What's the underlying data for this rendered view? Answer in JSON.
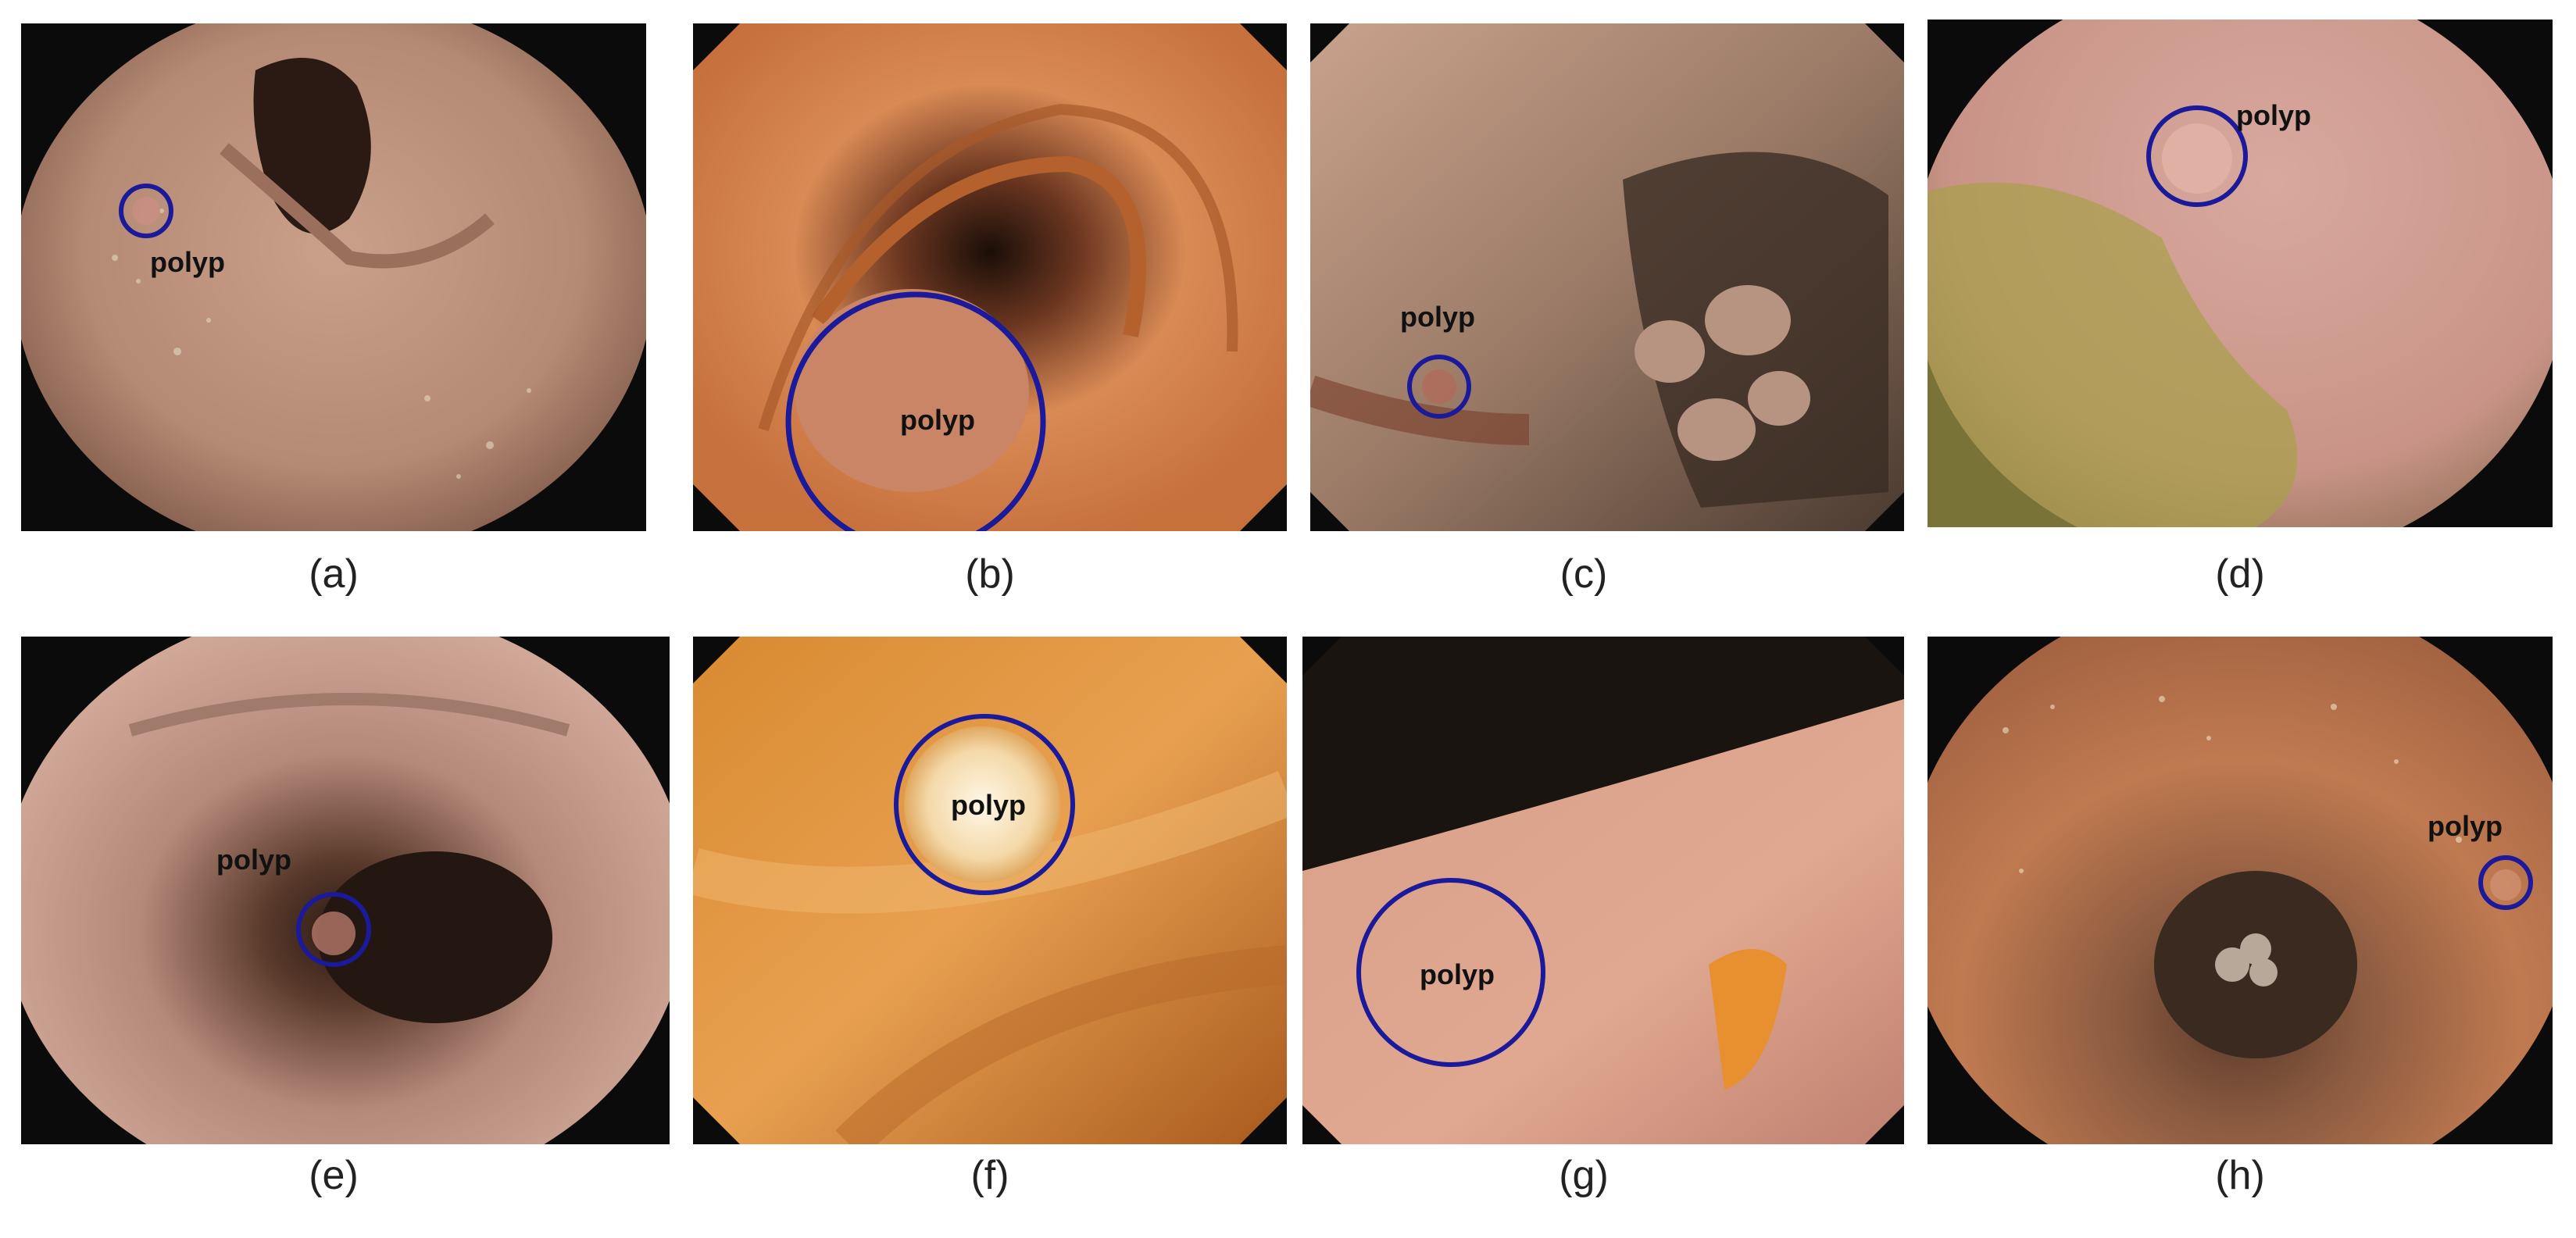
{
  "figure": {
    "annotation_label": "polyp",
    "marker_color": "#1a1a9a",
    "panels": [
      {
        "caption": "(a)",
        "label": "polyp",
        "view": "endoscopic-frame"
      },
      {
        "caption": "(b)",
        "label": "polyp",
        "view": "endoscopic-frame"
      },
      {
        "caption": "(c)",
        "label": "polyp",
        "view": "endoscopic-frame"
      },
      {
        "caption": "(d)",
        "label": "polyp",
        "view": "endoscopic-frame"
      },
      {
        "caption": "(e)",
        "label": "polyp",
        "view": "endoscopic-frame"
      },
      {
        "caption": "(f)",
        "label": "polyp",
        "view": "endoscopic-frame"
      },
      {
        "caption": "(g)",
        "label": "polyp",
        "view": "endoscopic-frame"
      },
      {
        "caption": "(h)",
        "label": "polyp",
        "view": "endoscopic-frame"
      }
    ]
  }
}
